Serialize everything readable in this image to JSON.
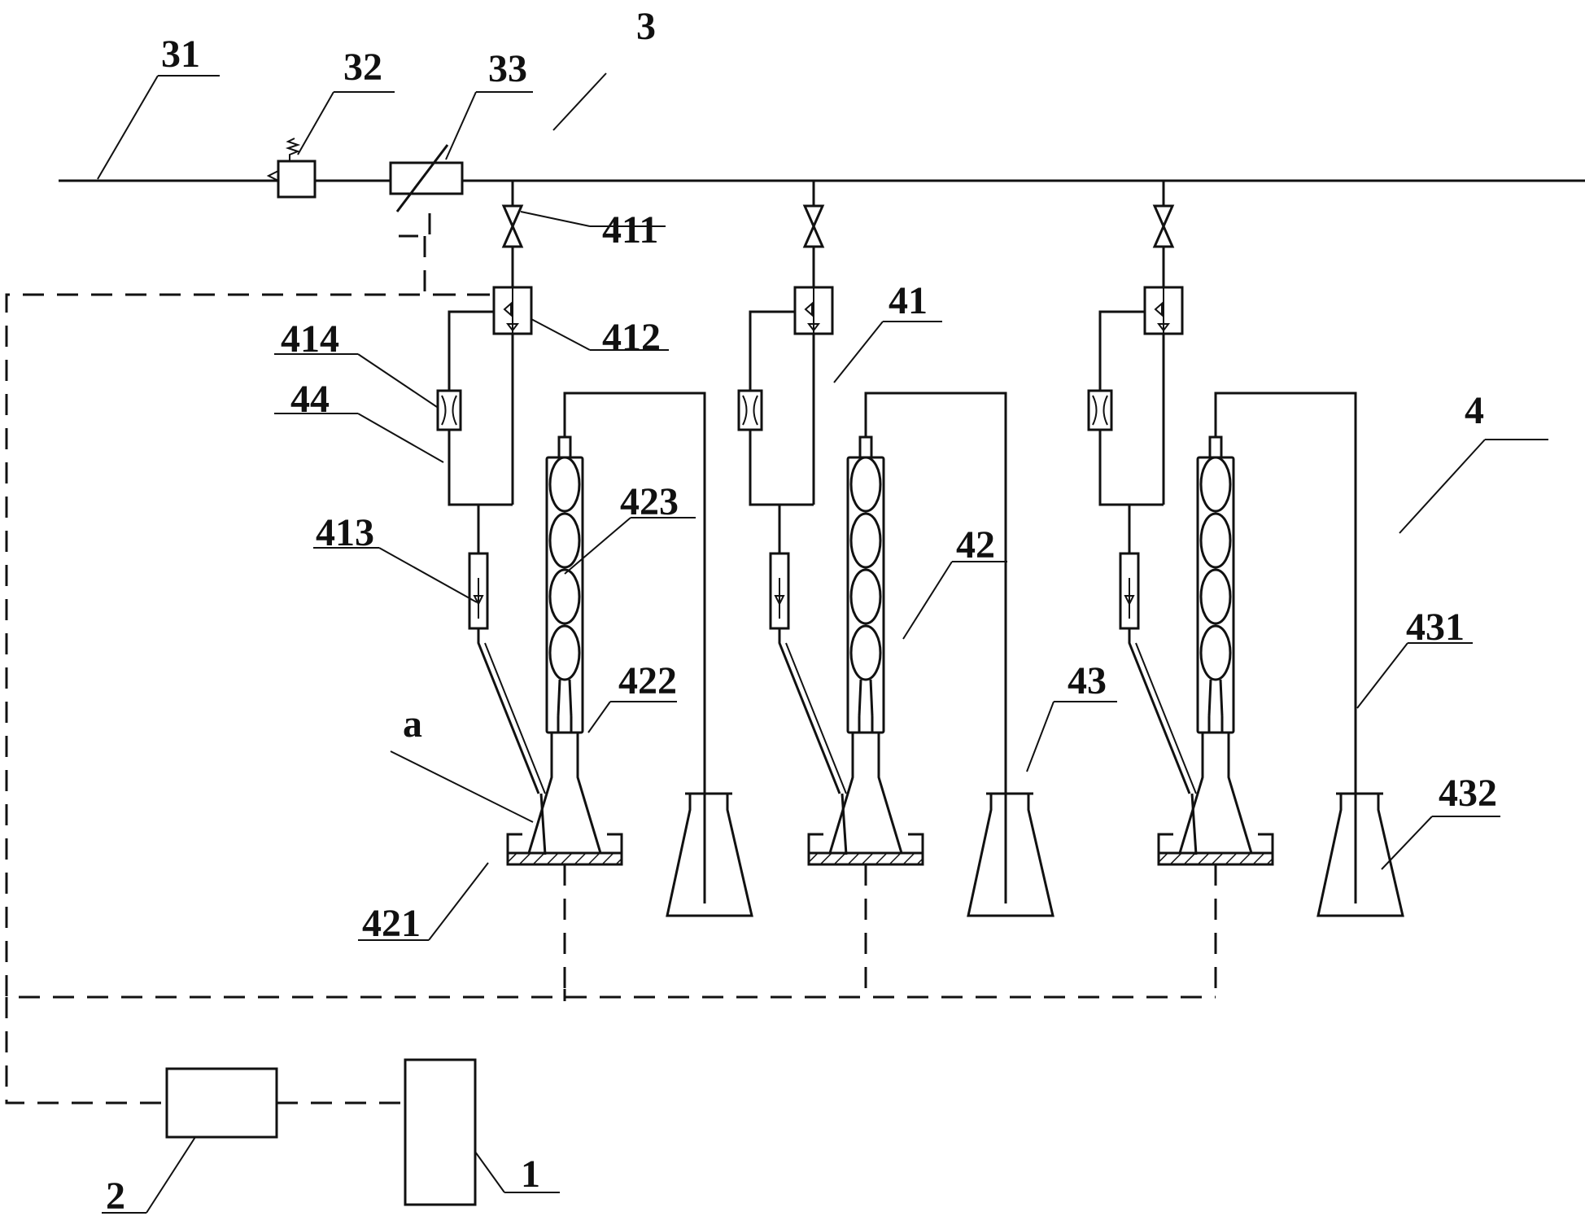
{
  "labels": {
    "l31": "31",
    "l32": "32",
    "l33": "33",
    "l3": "3",
    "l411": "411",
    "l412": "412",
    "l414": "414",
    "l44": "44",
    "l41": "41",
    "l4": "4",
    "l423": "423",
    "l413": "413",
    "l42": "42",
    "l431": "431",
    "l422": "422",
    "l43": "43",
    "la": "a",
    "l432": "432",
    "l421": "421",
    "l2": "2",
    "l1": "1"
  }
}
